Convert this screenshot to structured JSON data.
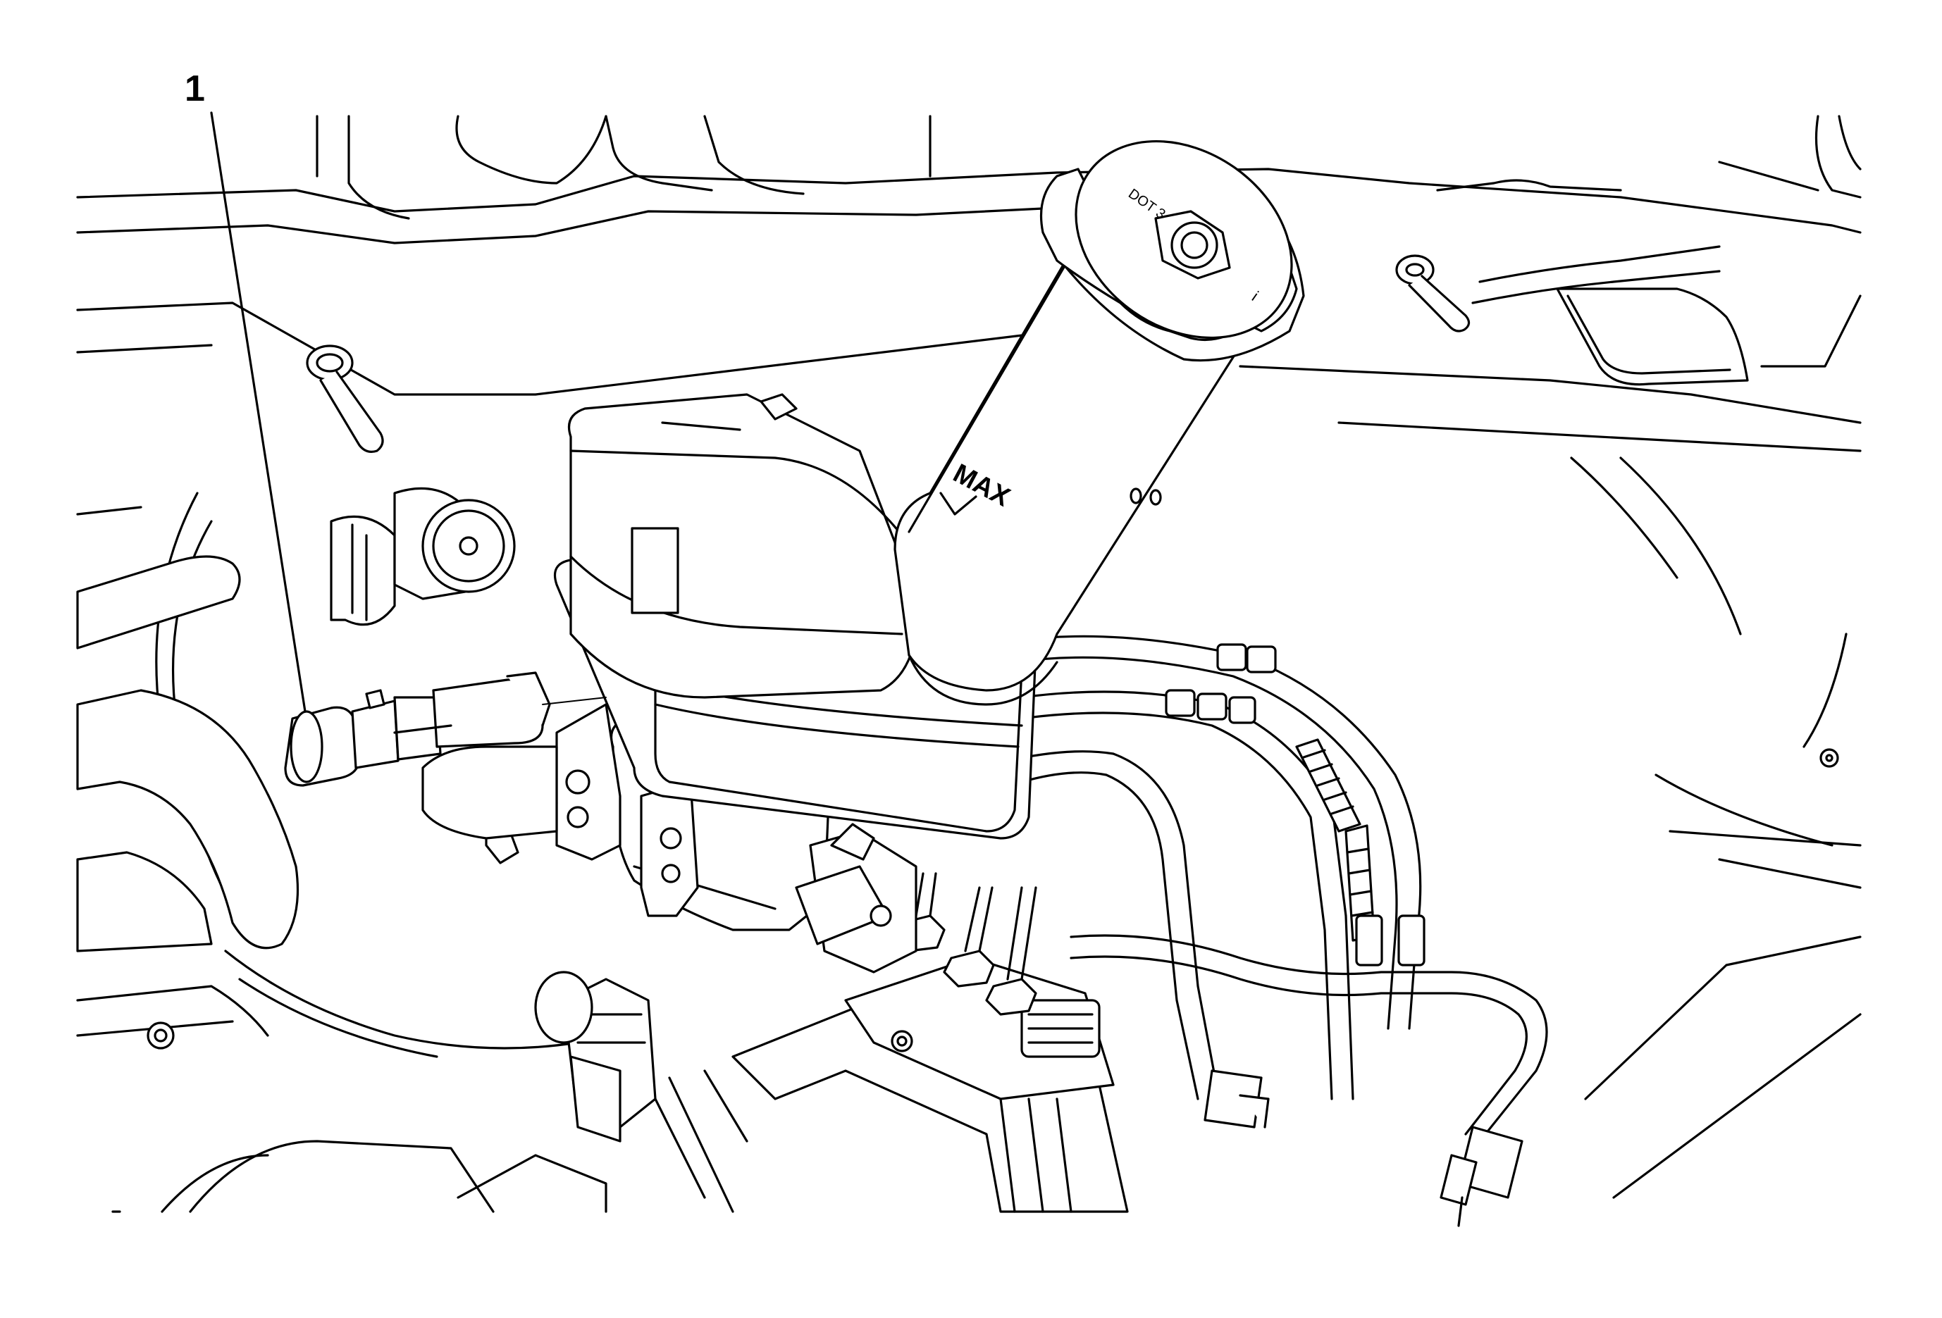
{
  "figure": {
    "callout_number": "1",
    "cap_text_1": "DOT 3",
    "cap_text_2": "i",
    "max_label": "MAX"
  }
}
